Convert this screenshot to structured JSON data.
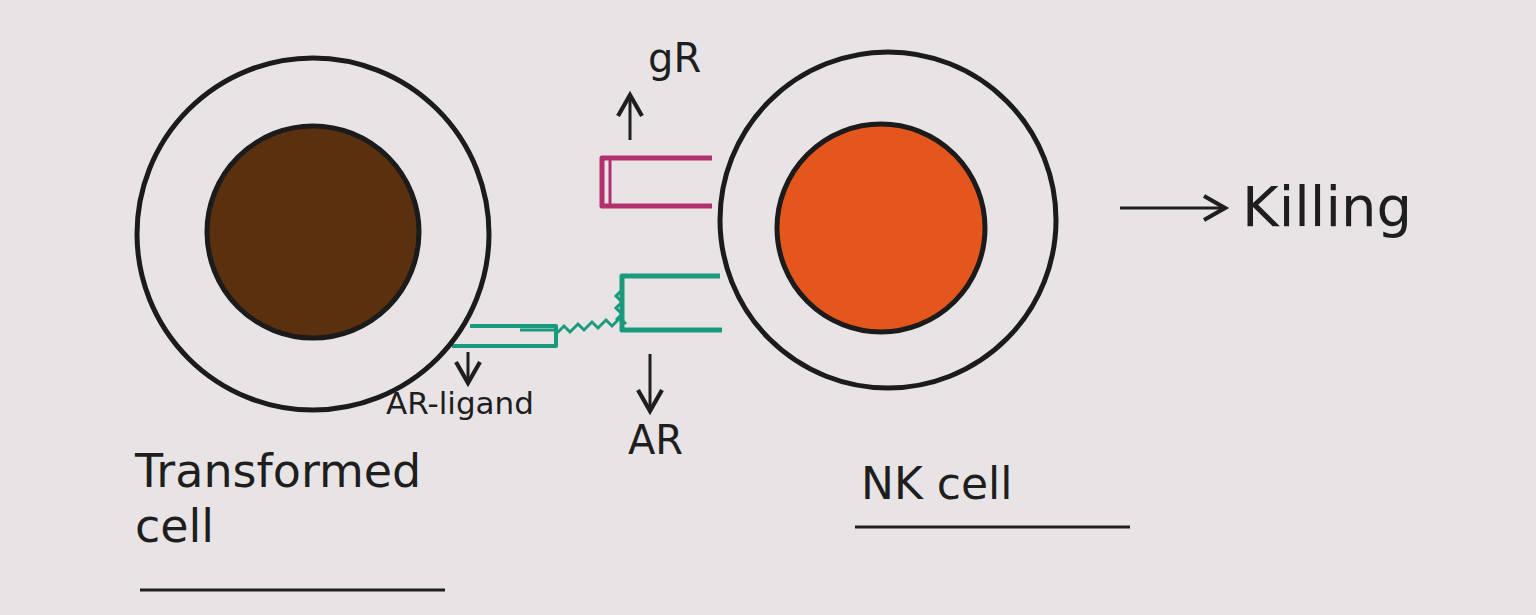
{
  "diagram": {
    "nodes": [
      {
        "text": [
          "Transformed cell"
        ]
      },
      {
        "text": [
          "NK cell"
        ]
      }
    ],
    "labels": [
      "gR",
      "AR-ligand",
      "AR",
      "Killing"
    ]
  }
}
